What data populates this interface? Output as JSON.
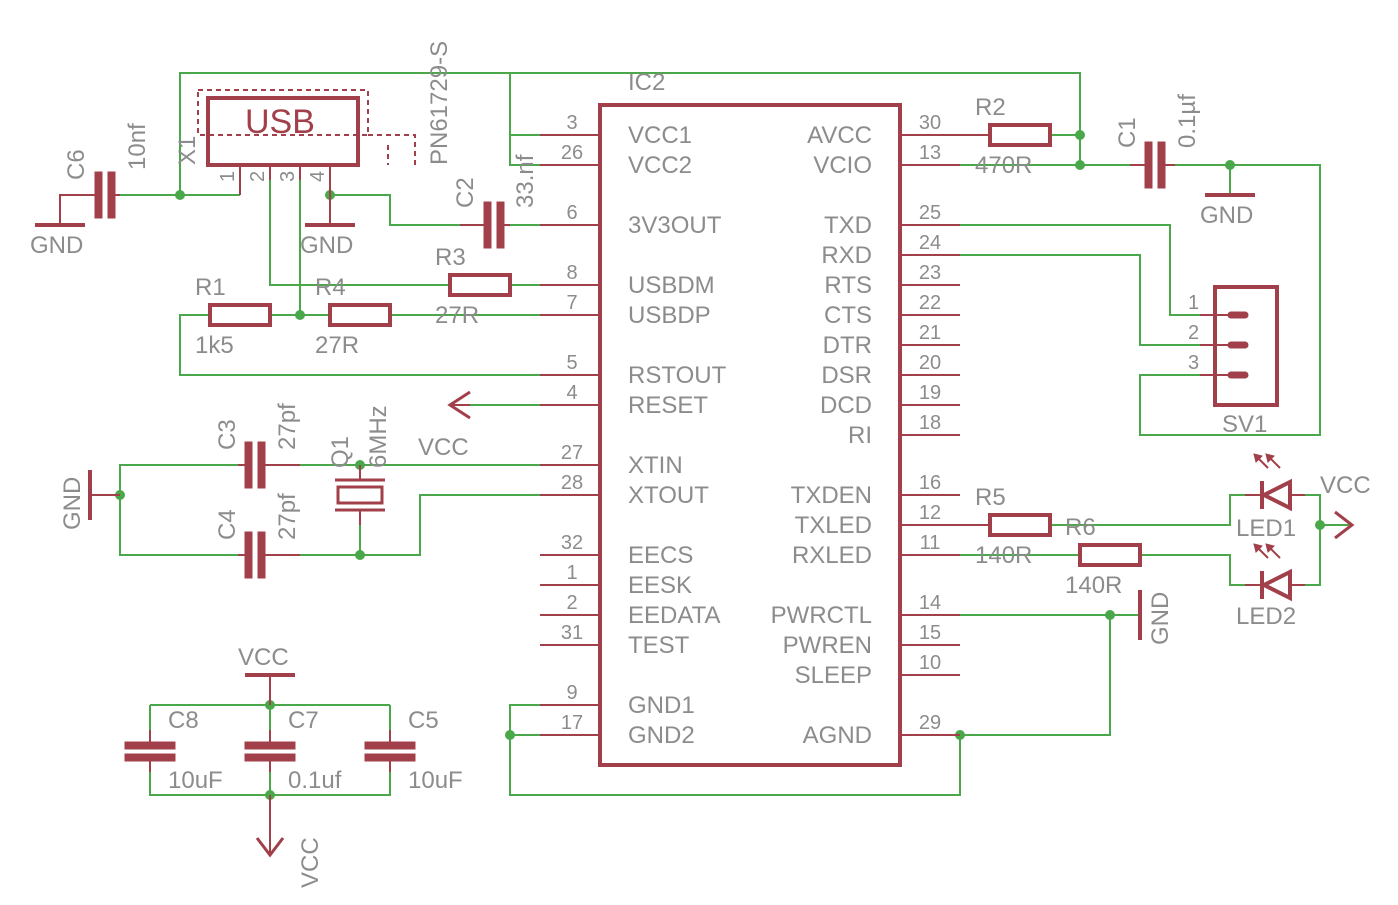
{
  "colors": {
    "wire": "#4aa84a",
    "part": "#a1404a",
    "text": "#8c8c8c"
  },
  "ic2": {
    "name": "IC2",
    "left_pins": [
      {
        "num": "3",
        "name": "VCC1"
      },
      {
        "num": "26",
        "name": "VCC2"
      },
      {
        "num": "6",
        "name": "3V3OUT"
      },
      {
        "num": "8",
        "name": "USBDM"
      },
      {
        "num": "7",
        "name": "USBDP"
      },
      {
        "num": "5",
        "name": "RSTOUT"
      },
      {
        "num": "4",
        "name": "RESET"
      },
      {
        "num": "27",
        "name": "XTIN"
      },
      {
        "num": "28",
        "name": "XTOUT"
      },
      {
        "num": "32",
        "name": "EECS"
      },
      {
        "num": "1",
        "name": "EESK"
      },
      {
        "num": "2",
        "name": "EEDATA"
      },
      {
        "num": "31",
        "name": "TEST"
      },
      {
        "num": "9",
        "name": "GND1"
      },
      {
        "num": "17",
        "name": "GND2"
      }
    ],
    "right_pins": [
      {
        "num": "30",
        "name": "AVCC"
      },
      {
        "num": "13",
        "name": "VCIO"
      },
      {
        "num": "25",
        "name": "TXD"
      },
      {
        "num": "24",
        "name": "RXD"
      },
      {
        "num": "23",
        "name": "RTS"
      },
      {
        "num": "22",
        "name": "CTS"
      },
      {
        "num": "21",
        "name": "DTR"
      },
      {
        "num": "20",
        "name": "DSR"
      },
      {
        "num": "19",
        "name": "DCD"
      },
      {
        "num": "18",
        "name": "RI"
      },
      {
        "num": "16",
        "name": "TXDEN"
      },
      {
        "num": "12",
        "name": "TXLED"
      },
      {
        "num": "11",
        "name": "RXLED"
      },
      {
        "num": "14",
        "name": "PWRCTL"
      },
      {
        "num": "15",
        "name": "PWREN"
      },
      {
        "num": "10",
        "name": "SLEEP"
      },
      {
        "num": "29",
        "name": "AGND"
      }
    ]
  },
  "usb": {
    "label": "USB",
    "ref": "X1",
    "part": "PN61729-S",
    "pins": [
      "1",
      "2",
      "3",
      "4"
    ]
  },
  "components": {
    "c6": {
      "ref": "C6",
      "value": "10nf"
    },
    "c2": {
      "ref": "C2",
      "value": "33.nf"
    },
    "c1": {
      "ref": "C1",
      "value": "0.1µf"
    },
    "r2": {
      "ref": "R2",
      "value": "470R"
    },
    "r3": {
      "ref": "R3",
      "value": "27R"
    },
    "r1": {
      "ref": "R1",
      "value": "1k5"
    },
    "r4": {
      "ref": "R4",
      "value": "27R"
    },
    "c3": {
      "ref": "C3",
      "value": "27pf"
    },
    "c4": {
      "ref": "C4",
      "value": "27pf"
    },
    "q1": {
      "ref": "Q1",
      "value": "6MHz"
    },
    "r5": {
      "ref": "R5",
      "value": "140R"
    },
    "r6": {
      "ref": "R6",
      "value": "140R"
    },
    "led1": {
      "ref": "LED1"
    },
    "led2": {
      "ref": "LED2"
    },
    "sv1": {
      "ref": "SV1",
      "pins": [
        "1",
        "2",
        "3"
      ]
    },
    "c8": {
      "ref": "C8",
      "value": "10uF"
    },
    "c7": {
      "ref": "C7",
      "value": "0.1uf"
    },
    "c5": {
      "ref": "C5",
      "value": "10uF"
    }
  },
  "supplies": {
    "gnd": "GND",
    "vcc": "VCC"
  }
}
